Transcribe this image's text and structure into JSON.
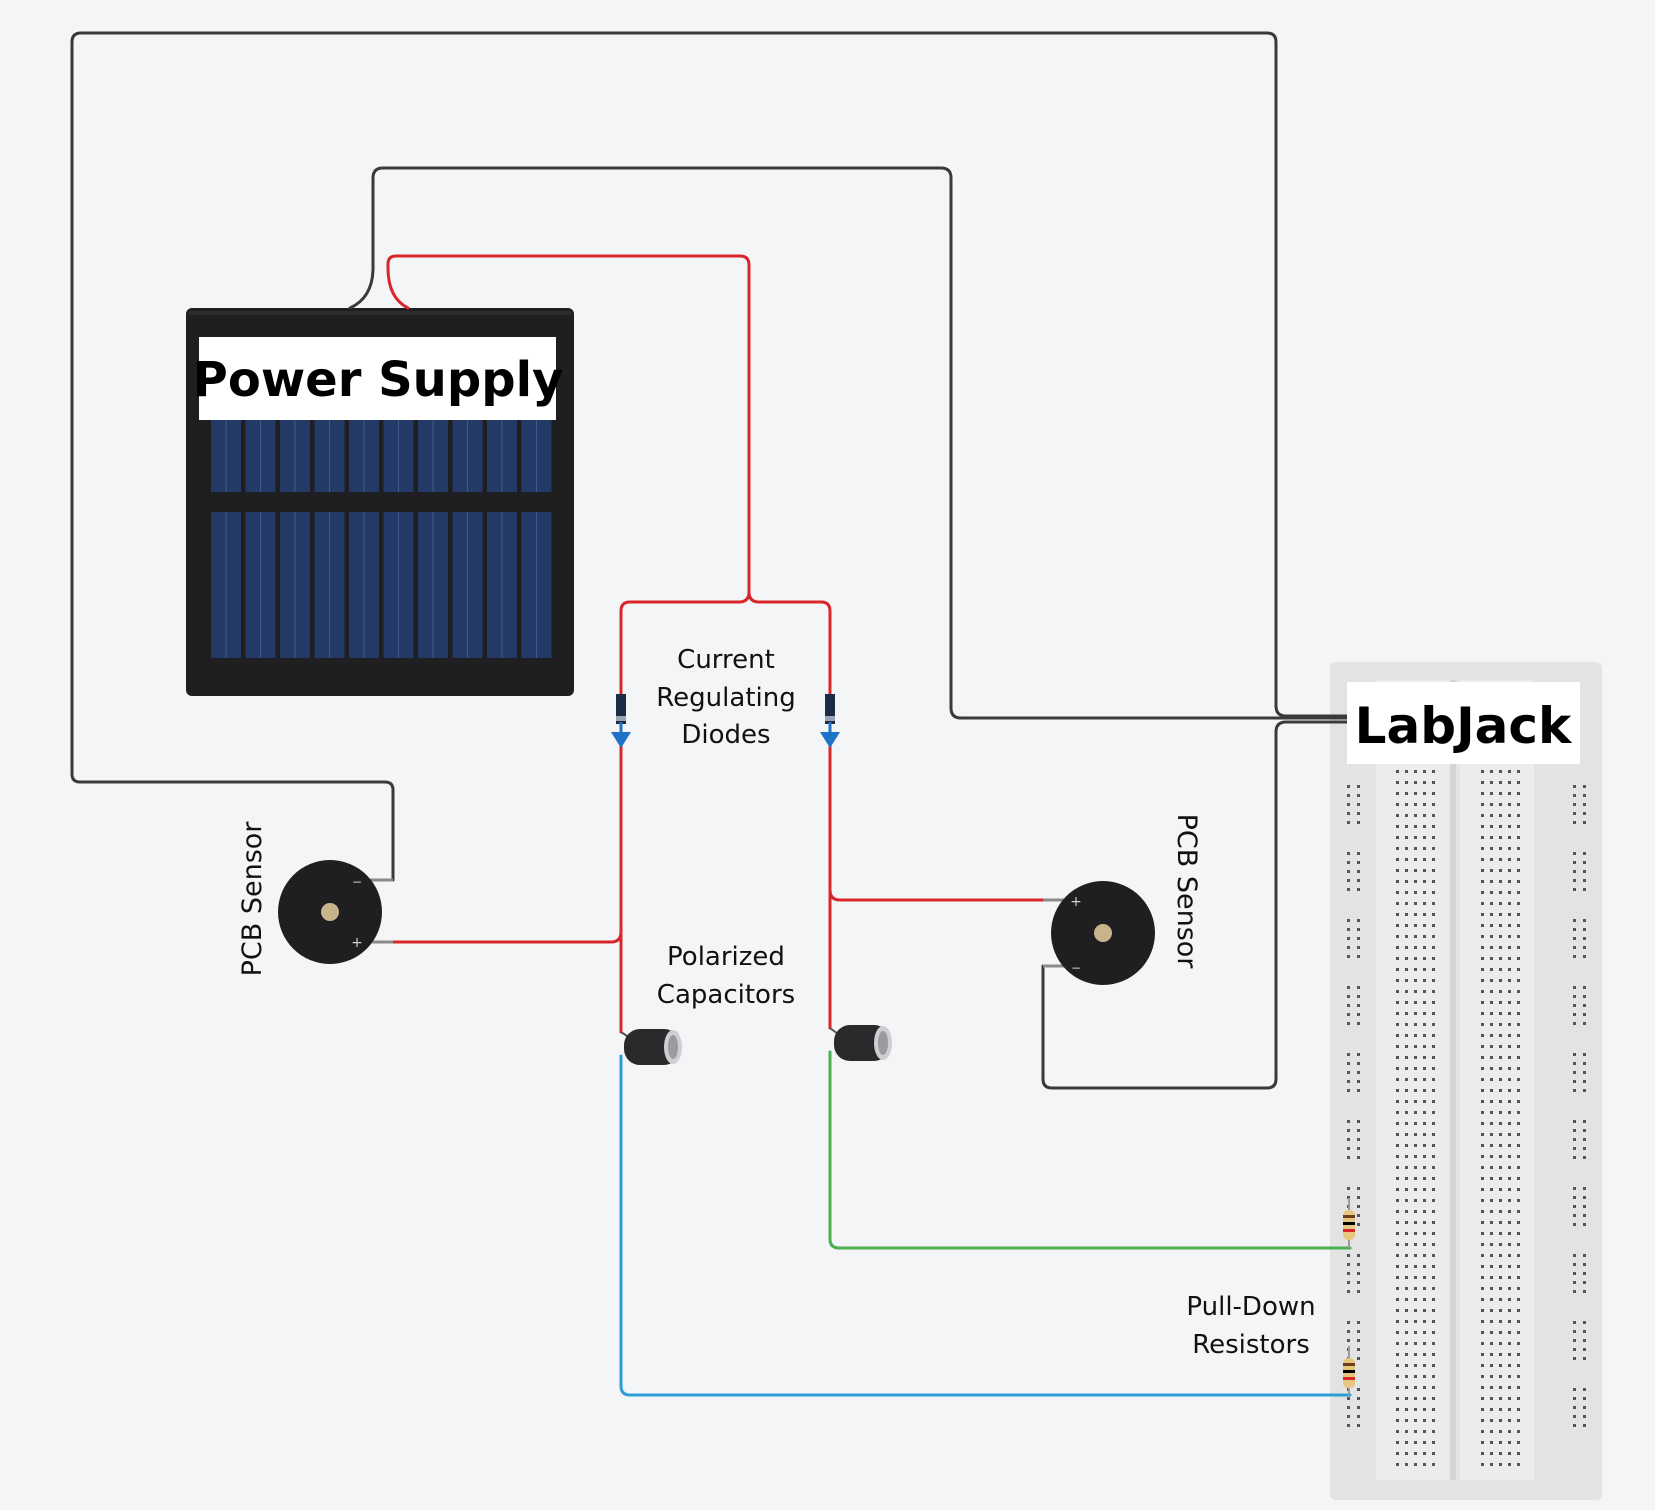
{
  "labels": {
    "power_supply": "Power Supply",
    "labjack": "LabJack",
    "diodes": [
      "Current",
      "Regulating",
      "Diodes"
    ],
    "capacitors": [
      "Polarized",
      "Capacitors"
    ],
    "resistors": [
      "Pull-Down",
      "Resistors"
    ],
    "pcb_sensor_left": "PCB Sensor",
    "pcb_sensor_right": "PCB Sensor",
    "sensor_minus": "−",
    "sensor_plus": "+"
  },
  "colors": {
    "background": "#f4f5f7",
    "wire_black": "#3a3a3c",
    "wire_red": "#d8262b",
    "wire_green": "#4caf50",
    "wire_blue": "#2a9fd6",
    "solar_cell": "#243a66",
    "breadboard": "#e6e6e6",
    "diode_blue": "#1e72c8",
    "sensor_center": "#c7b48a"
  },
  "icons": {
    "power_supply": "solar-panel-icon",
    "labjack": "breadboard-icon",
    "diode": "diode-icon",
    "capacitor": "capacitor-icon",
    "resistor": "resistor-icon",
    "sensor": "piezo-sensor-icon"
  }
}
